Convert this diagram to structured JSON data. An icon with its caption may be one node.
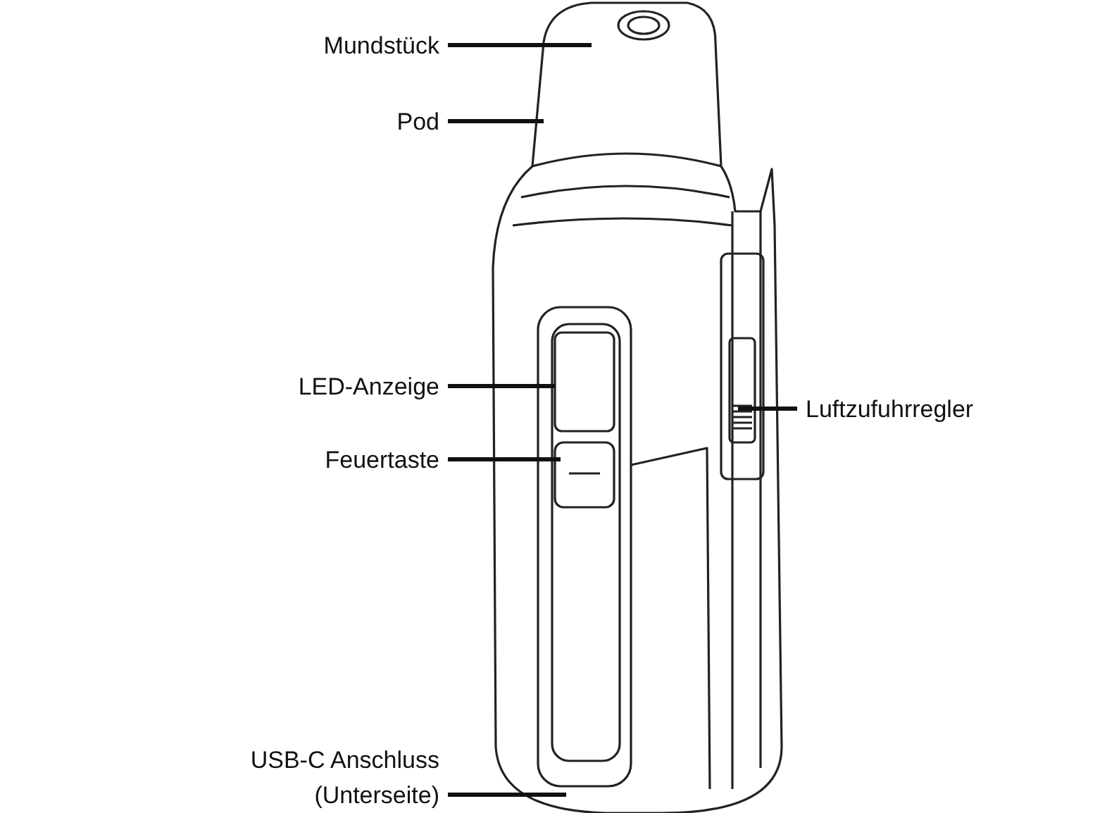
{
  "diagram": {
    "nodes": [
      {
        "text": [
          "Mundstück"
        ]
      },
      {
        "text": [
          "Pod"
        ]
      },
      {
        "text": [
          "LED-Anzeige"
        ]
      },
      {
        "text": [
          "Feuertaste"
        ]
      },
      {
        "text": [
          "USB-C Anschluss (Unterseite)"
        ]
      },
      {
        "text": [
          "Luftzufuhrregler"
        ]
      }
    ],
    "edges": [
      {
        "from": 0,
        "to": null,
        "arrow": "none"
      },
      {
        "from": 1,
        "to": null,
        "arrow": "none"
      },
      {
        "from": 2,
        "to": null,
        "arrow": "none"
      },
      {
        "from": 3,
        "to": null,
        "arrow": "none"
      },
      {
        "from": 4,
        "to": null,
        "arrow": "none"
      },
      {
        "from": 5,
        "to": null,
        "arrow": "none"
      }
    ]
  }
}
